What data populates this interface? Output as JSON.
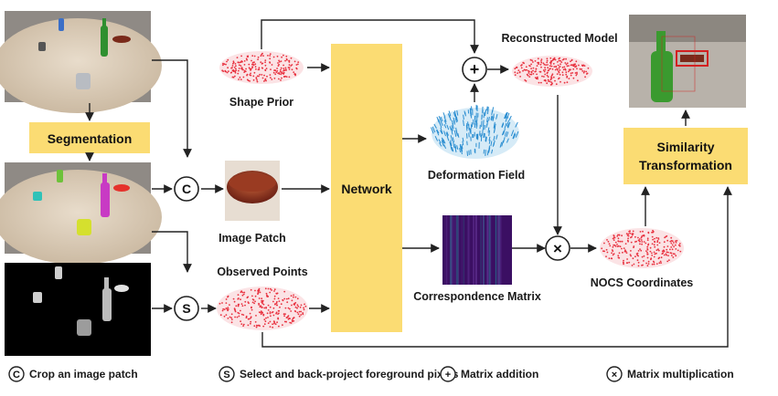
{
  "labels": {
    "segmentation": "Segmentation",
    "shape_prior": "Shape Prior",
    "image_patch": "Image Patch",
    "observed_points": "Observed Points",
    "network": "Network",
    "reconstructed_model": "Reconstructed Model",
    "deformation_field": "Deformation Field",
    "correspondence_matrix": "Correspondence Matrix",
    "nocs_coordinates": "NOCS Coordinates",
    "similarity_line1": "Similarity",
    "similarity_line2": "Transformation"
  },
  "operators": {
    "crop": "C",
    "select": "S",
    "add": "+",
    "multiply": "×"
  },
  "legend": [
    {
      "symbol": "C",
      "text": "Crop an image patch"
    },
    {
      "symbol": "S",
      "text": "Select and back-project foreground pixels"
    },
    {
      "symbol": "+",
      "text": "Matrix addition"
    },
    {
      "symbol": "×",
      "text": "Matrix multiplication"
    }
  ],
  "colors": {
    "box_fill": "#fbdc73",
    "arrow": "#222222",
    "point_red": "#e8313f",
    "point_blue": "#2b8ed1",
    "matrix_bg": "#3b0f63"
  }
}
